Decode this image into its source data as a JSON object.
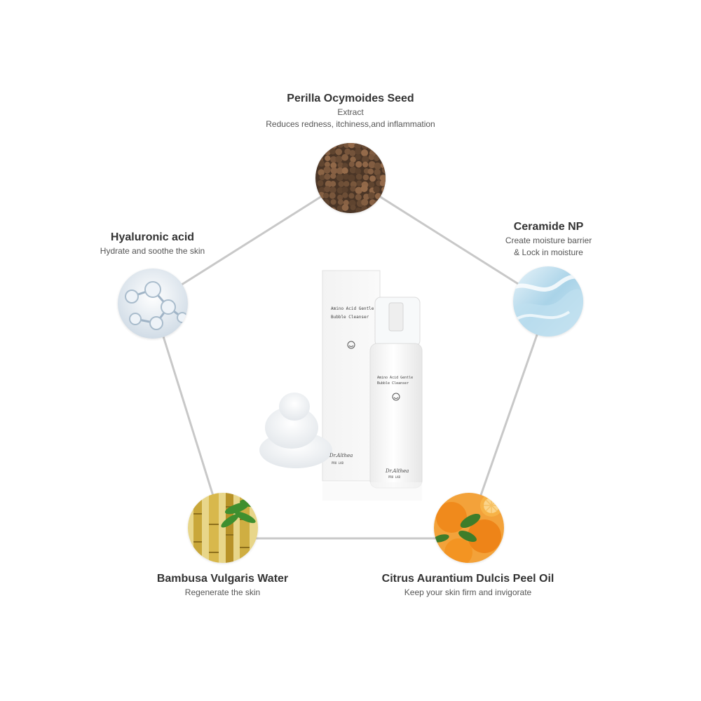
{
  "ingredients": {
    "perilla": {
      "title": "Perilla Ocymoides Seed",
      "line1": "Extract",
      "line2": "Reduces redness, itchiness,and inflammation",
      "icon": "perilla-seeds-icon"
    },
    "ceramide": {
      "title": "Ceramide NP",
      "line1": "Create moisture barrier",
      "line2": "& Lock in moisture",
      "icon": "gel-texture-icon"
    },
    "hyaluronic": {
      "title": "Hyaluronic acid",
      "line1": "Hydrate and soothe the skin",
      "icon": "molecule-icon"
    },
    "bambusa": {
      "title": "Bambusa Vulgaris Water",
      "line1": "Regenerate the skin",
      "icon": "bamboo-icon"
    },
    "citrus": {
      "title": "Citrus Aurantium Dulcis Peel Oil",
      "line1": "Keep your skin firm and invigorate",
      "icon": "orange-fruit-icon"
    }
  },
  "product": {
    "box_line1": "Amino Acid Gentle",
    "box_line2": "Bubble Cleanser",
    "bottle_line1": "Amino Acid Gentle",
    "bottle_line2": "Bubble Cleanser",
    "brand": "Dr.Althea",
    "sub_brand": "PRO LAB"
  },
  "colors": {
    "line": "#c8c8c8",
    "text_title": "#333333",
    "text_desc": "#555555"
  }
}
